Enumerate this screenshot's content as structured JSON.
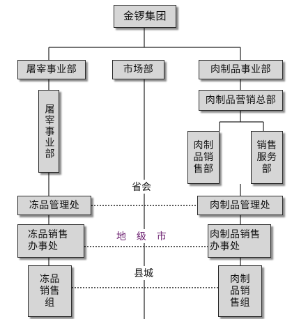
{
  "nodes": {
    "group": "金锣集团",
    "slaughter_div": "屠宰事业部",
    "market_dept": "市场部",
    "meat_div": "肉制品事业部",
    "slaughter_div_vertical": "屠宰事业部",
    "meat_marketing_hq": "肉制品营销总部",
    "meat_sales_dept": "肉制品销售部",
    "sales_service_dept": "销售服务部",
    "frozen_mgmt": "冻品管理处",
    "meat_mgmt": "肉制品管理处",
    "frozen_sales_office": "冻品销售办事处",
    "meat_sales_office": "肉制品销售办事处",
    "frozen_sales_group": "冻品销售组",
    "meat_sales_group": "肉制品销售组"
  },
  "levels": {
    "province": "省会",
    "prefecture": "地  级  市",
    "county": "县城"
  },
  "colors": {
    "box_fill": "#d6d6d6",
    "line": "#222222",
    "prefecture_text": "#6a1c6e"
  }
}
